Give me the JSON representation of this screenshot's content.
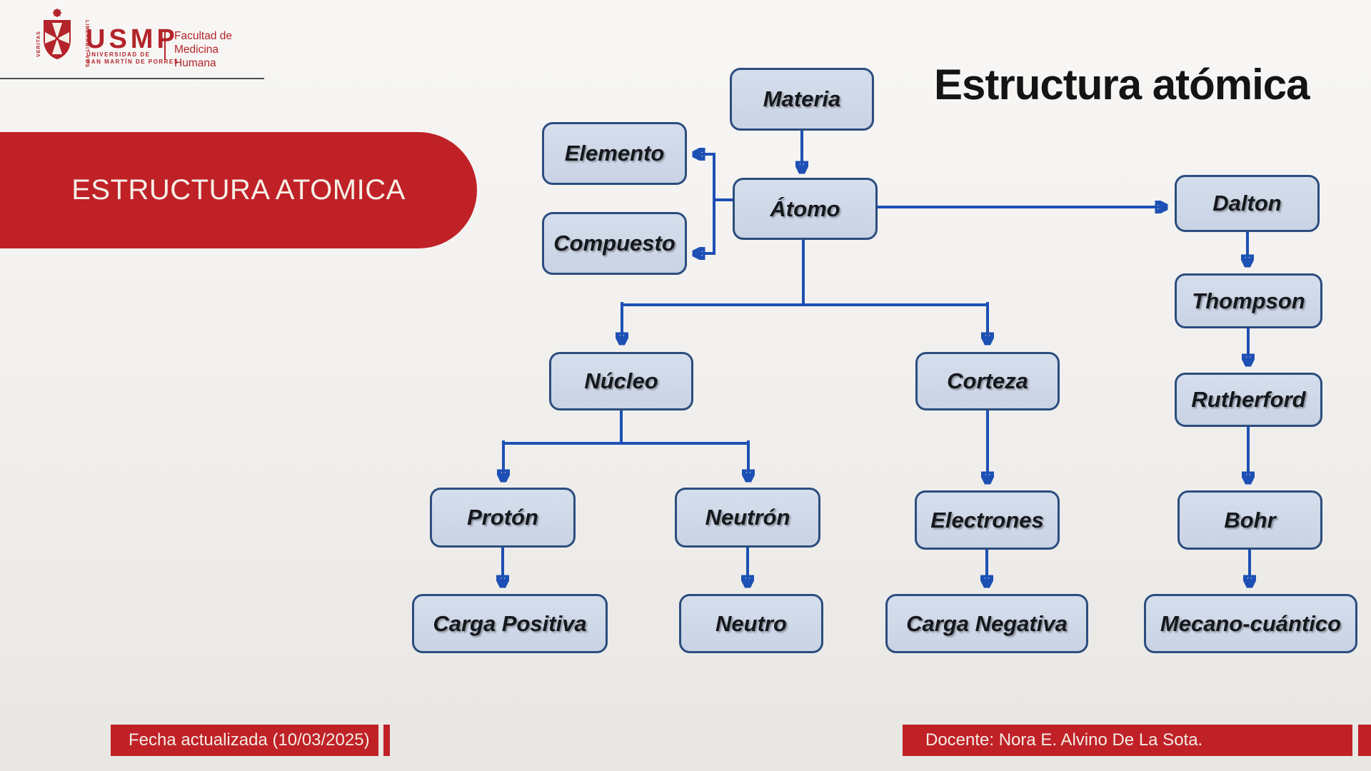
{
  "slide": {
    "title": "Estructura atómica"
  },
  "header": {
    "logo": {
      "acronym": "USMP",
      "university_line1": "UNIVERSIDAD DE",
      "university_line2": "SAN MARTÍN DE PORRES",
      "motto_left": "VERITAS",
      "motto_right": "LIBERABIT VOS",
      "faculty_lines": [
        "Facultad de",
        "Medicina",
        "Humana"
      ]
    }
  },
  "banner": {
    "label": "ESTRUCTURA ATOMICA"
  },
  "diagram": {
    "nodes": [
      {
        "id": "materia",
        "label": "Materia"
      },
      {
        "id": "elemento",
        "label": "Elemento"
      },
      {
        "id": "compuesto",
        "label": "Compuesto"
      },
      {
        "id": "atomo",
        "label": "Átomo"
      },
      {
        "id": "dalton",
        "label": "Dalton"
      },
      {
        "id": "thompson",
        "label": "Thompson"
      },
      {
        "id": "rutherford",
        "label": "Rutherford"
      },
      {
        "id": "nucleo",
        "label": "Núcleo"
      },
      {
        "id": "corteza",
        "label": "Corteza"
      },
      {
        "id": "proton",
        "label": "Protón"
      },
      {
        "id": "neutron",
        "label": "Neutrón"
      },
      {
        "id": "electrones",
        "label": "Electrones"
      },
      {
        "id": "bohr",
        "label": "Bohr"
      },
      {
        "id": "carga_positiva",
        "label": "Carga Positiva"
      },
      {
        "id": "neutro",
        "label": "Neutro"
      },
      {
        "id": "carga_negativa",
        "label": "Carga Negativa"
      },
      {
        "id": "mecano_cuantico",
        "label": "Mecano-cuántico"
      }
    ],
    "edges": [
      {
        "from": "Materia",
        "to": "Átomo"
      },
      {
        "from": "Átomo",
        "to": "Elemento"
      },
      {
        "from": "Átomo",
        "to": "Compuesto"
      },
      {
        "from": "Átomo",
        "to": "Dalton"
      },
      {
        "from": "Átomo",
        "to": "Núcleo"
      },
      {
        "from": "Átomo",
        "to": "Corteza"
      },
      {
        "from": "Núcleo",
        "to": "Protón"
      },
      {
        "from": "Núcleo",
        "to": "Neutrón"
      },
      {
        "from": "Protón",
        "to": "Carga Positiva"
      },
      {
        "from": "Neutrón",
        "to": "Neutro"
      },
      {
        "from": "Corteza",
        "to": "Electrones"
      },
      {
        "from": "Electrones",
        "to": "Carga Negativa"
      },
      {
        "from": "Dalton",
        "to": "Thompson"
      },
      {
        "from": "Thompson",
        "to": "Rutherford"
      },
      {
        "from": "Rutherford",
        "to": "Bohr"
      },
      {
        "from": "Bohr",
        "to": "Mecano-cuántico"
      }
    ]
  },
  "footer": {
    "left_label": "Fecha actualizada (10/03/2025)",
    "right_label": "Docente: Nora E. Alvino De La Sota."
  },
  "icons": {
    "usmp-star-icon": "eight-point star (two rotated squares)",
    "usmp-shield-icon": "red shield with white cross pinwheel"
  },
  "colors": {
    "brand_red": "#c02127",
    "banner_text": "#f6efe7",
    "node_fill": "#cfd8e7",
    "node_border": "#2b4d7e",
    "arrow_blue": "#1d50b4",
    "title_text": "#141414",
    "background_top": "#f8f7f5",
    "background_bottom": "#e9e7e4"
  }
}
